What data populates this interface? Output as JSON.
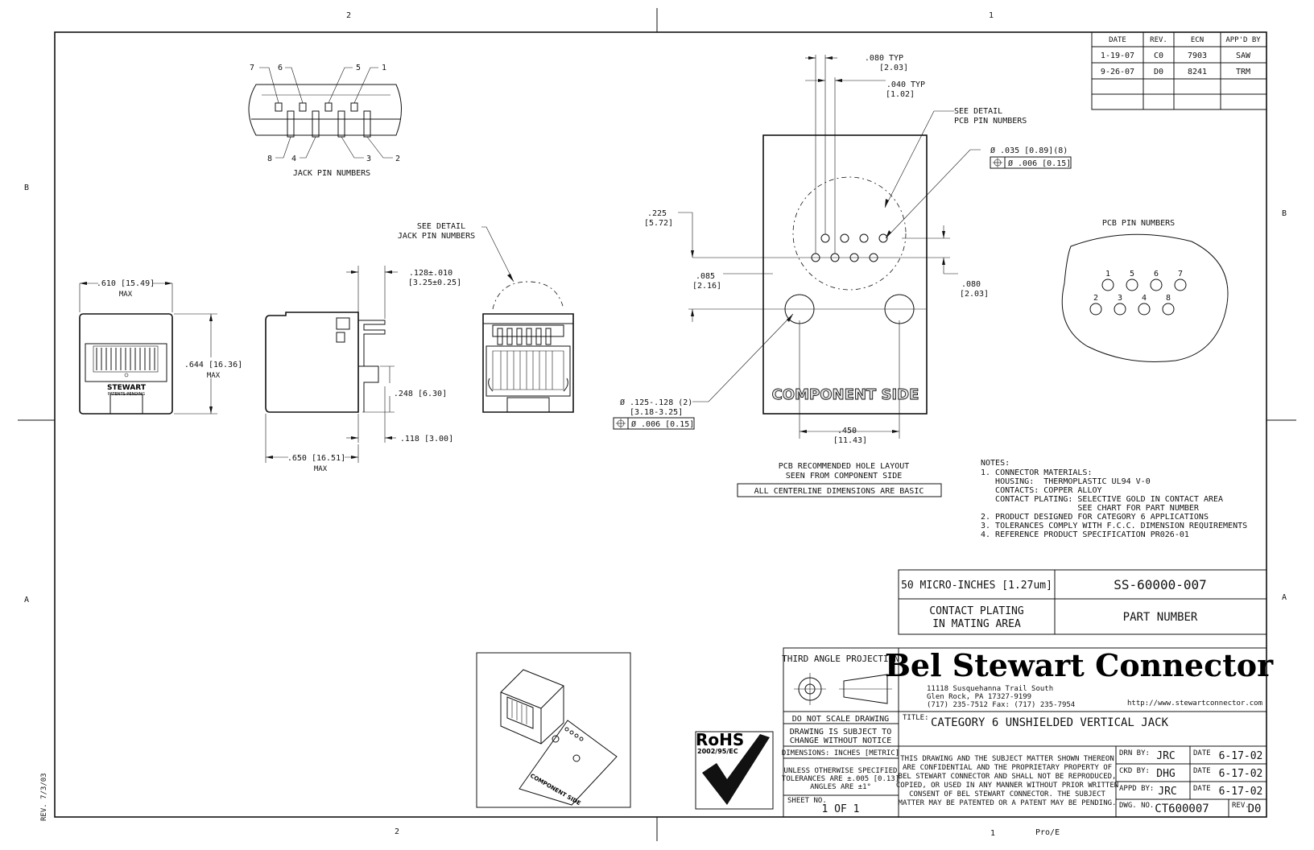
{
  "zone_markers": {
    "top_left": "2",
    "top_right": "1",
    "bottom_left": "2",
    "bottom_right": "1",
    "left_top": "B",
    "left_bottom": "A",
    "right_top": "B",
    "right_bottom": "A"
  },
  "revision_table": {
    "headers": [
      "DATE",
      "REV.",
      "ECN",
      "APP'D BY"
    ],
    "rows": [
      [
        "1-19-07",
        "C0",
        "7903",
        "SAW"
      ],
      [
        "9-26-07",
        "D0",
        "8241",
        "TRM"
      ]
    ]
  },
  "jack_pin_view": {
    "label": "JACK PIN NUMBERS",
    "top_pins": [
      "7",
      "6",
      "5",
      "1"
    ],
    "bottom_pins": [
      "8",
      "4",
      "3",
      "2"
    ]
  },
  "front_view": {
    "width_dim": ".610 [15.49]",
    "width_note": "MAX",
    "height_dim": ".644 [16.36]",
    "height_note": "MAX",
    "logo": "STEWART",
    "logo_sub": "PATENTS PENDING"
  },
  "side_view": {
    "dim_top": ".128±.010",
    "dim_top_metric": "[3.25±0.25]",
    "dim_mid": ".248 [6.30]",
    "dim_bottom": ".118 [3.00]",
    "length_dim": ".650 [16.51]",
    "length_note": "MAX"
  },
  "rear_view": {
    "callout_line1": "SEE DETAIL",
    "callout_line2": "JACK PIN NUMBERS"
  },
  "pcb_layout": {
    "dim_080": ".080  TYP",
    "dim_080_m": "[2.03]",
    "dim_040": ".040  TYP",
    "dim_040_m": "[1.02]",
    "see_detail_1": "SEE DETAIL",
    "see_detail_2": "PCB PIN NUMBERS",
    "hole_dia": "Ø .035 [0.89](8)",
    "hole_tol": "Ø .006 [0.15]",
    "dim_225": ".225",
    "dim_225_m": "[5.72]",
    "dim_085": ".085",
    "dim_085_m": "[2.16]",
    "dim_080b": ".080",
    "dim_080b_m": "[2.03]",
    "big_hole": "Ø .125-.128  (2)",
    "big_hole_m": "[3.18-3.25]",
    "big_hole_tol": "Ø .006 [0.15]",
    "dim_450": ".450",
    "dim_450_m": "[11.43]",
    "component_side": "COMPONENT SIDE",
    "caption_1": "PCB RECOMMENDED HOLE LAYOUT",
    "caption_2": "SEEN FROM COMPONENT SIDE",
    "basic_note": "ALL CENTERLINE DIMENSIONS ARE BASIC"
  },
  "pcb_pins": {
    "label": "PCB PIN NUMBERS",
    "top_row": [
      "1",
      "5",
      "6",
      "7"
    ],
    "bottom_row": [
      "2",
      "3",
      "4",
      "8"
    ]
  },
  "notes": {
    "heading": "NOTES:",
    "lines": [
      "1. CONNECTOR MATERIALS:",
      "   HOUSING:  THERMOPLASTIC UL94 V-0",
      "   CONTACTS: COPPER ALLOY",
      "   CONTACT PLATING: SELECTIVE GOLD IN CONTACT AREA",
      "                    SEE CHART FOR PART NUMBER",
      "2. PRODUCT DESIGNED FOR CATEGORY 6 APPLICATIONS",
      "3. TOLERANCES COMPLY WITH F.C.C. DIMENSION REQUIREMENTS",
      "4. REFERENCE PRODUCT SPECIFICATION PR026-01"
    ]
  },
  "part_table": {
    "plating": "50 MICRO-INCHES [1.27um]",
    "part_number": "SS-60000-007",
    "label_left_1": "CONTACT PLATING",
    "label_left_2": "IN MATING AREA",
    "label_right": "PART NUMBER"
  },
  "title_block": {
    "projection": "THIRD ANGLE PROJECTION",
    "company": "Bel Stewart Connector",
    "address_1": "11118 Susquehanna Trail South",
    "address_2": "Glen Rock, PA  17327-9199",
    "address_3": "(717) 235-7512  Fax: (717) 235-7954",
    "website": "http://www.stewartconnector.com",
    "no_scale": "DO NOT SCALE DRAWING",
    "subject_1": "DRAWING IS SUBJECT TO",
    "subject_2": "CHANGE WITHOUT NOTICE",
    "dimensions": "DIMENSIONS: INCHES [METRIC]",
    "tol_1": "UNLESS OTHERWISE SPECIFIED",
    "tol_2": "TOLERANCES ARE ±.005 [0.13]",
    "tol_3": "ANGLES ARE ±1°",
    "sheet_label": "SHEET NO.",
    "sheet": "1 OF 1",
    "title_label": "TITLE:",
    "title": "CATEGORY 6 UNSHIELDED VERTICAL JACK",
    "confidential": [
      "THIS DRAWING AND THE SUBJECT MATTER SHOWN THEREON",
      "ARE CONFIDENTIAL AND THE PROPRIETARY PROPERTY OF",
      "BEL STEWART CONNECTOR AND SHALL NOT BE REPRODUCED,",
      "COPIED, OR USED IN ANY MANNER WITHOUT PRIOR WRITTEN",
      "CONSENT OF BEL STEWART CONNECTOR. THE SUBJECT",
      "MATTER MAY BE PATENTED OR A PATENT MAY BE PENDING."
    ],
    "drn_label": "DRN BY:",
    "drn": "JRC",
    "drn_date_label": "DATE",
    "drn_date": "6-17-02",
    "ckd_label": "CKD BY:",
    "ckd": "DHG",
    "ckd_date_label": "DATE",
    "ckd_date": "6-17-02",
    "appd_label": "APPD BY:",
    "appd": "JRC",
    "appd_date_label": "DATE",
    "appd_date": "6-17-02",
    "dwg_label": "DWG. NO.",
    "dwg": "CT600007",
    "rev_label": "REV.",
    "rev": "D0",
    "rohs": "RoHS",
    "rohs_sub": "2002/95/EC"
  },
  "iso_view": {
    "label": "COMPONENT SIDE"
  },
  "margin": {
    "rev_stamp": "REV. 7/3/03",
    "pro_e": "Pro/E"
  }
}
